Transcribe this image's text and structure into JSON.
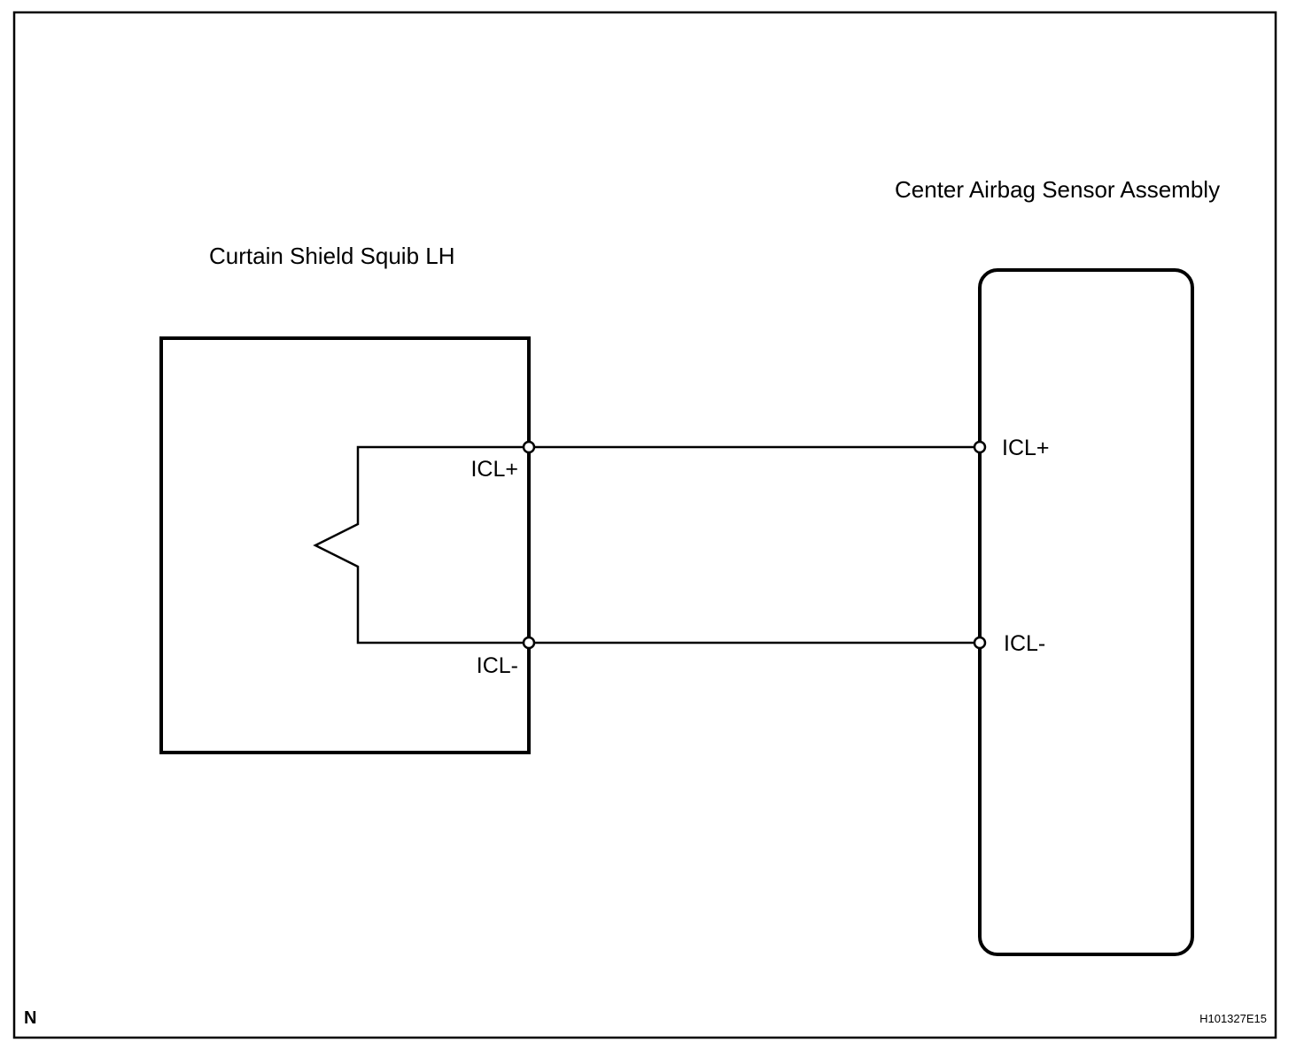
{
  "components": {
    "squib": {
      "title": "Curtain Shield Squib LH",
      "pin_plus": "ICL+",
      "pin_minus": "ICL-"
    },
    "sensor": {
      "title": "Center Airbag Sensor Assembly",
      "pin_plus": "ICL+",
      "pin_minus": "ICL-"
    }
  },
  "footer": {
    "corner_mark": "N",
    "figure_code": "H101327E15"
  }
}
